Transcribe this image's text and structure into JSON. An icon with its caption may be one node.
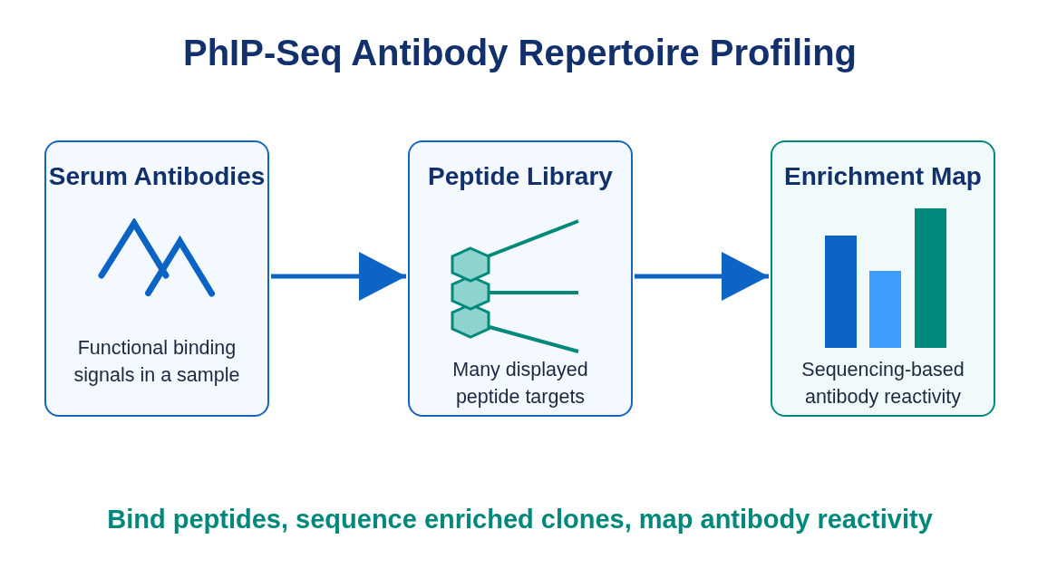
{
  "diagram": {
    "title": "PhIP-Seq Antibody Repertoire Profiling",
    "nodes": [
      {
        "text": [
          "Serum Antibodies",
          "Functional binding signals in a sample"
        ]
      },
      {
        "text": [
          "Peptide Library",
          "Many displayed peptide targets"
        ]
      },
      {
        "text": [
          "Enrichment Map",
          "Sequencing-based antibody reactivity"
        ]
      }
    ],
    "edges": [
      {
        "from": 0,
        "to": 1,
        "arrow": "to"
      },
      {
        "from": 1,
        "to": 2,
        "arrow": "to"
      }
    ],
    "caption": "Bind peptides, sequence enriched clones, map antibody reactivity"
  }
}
